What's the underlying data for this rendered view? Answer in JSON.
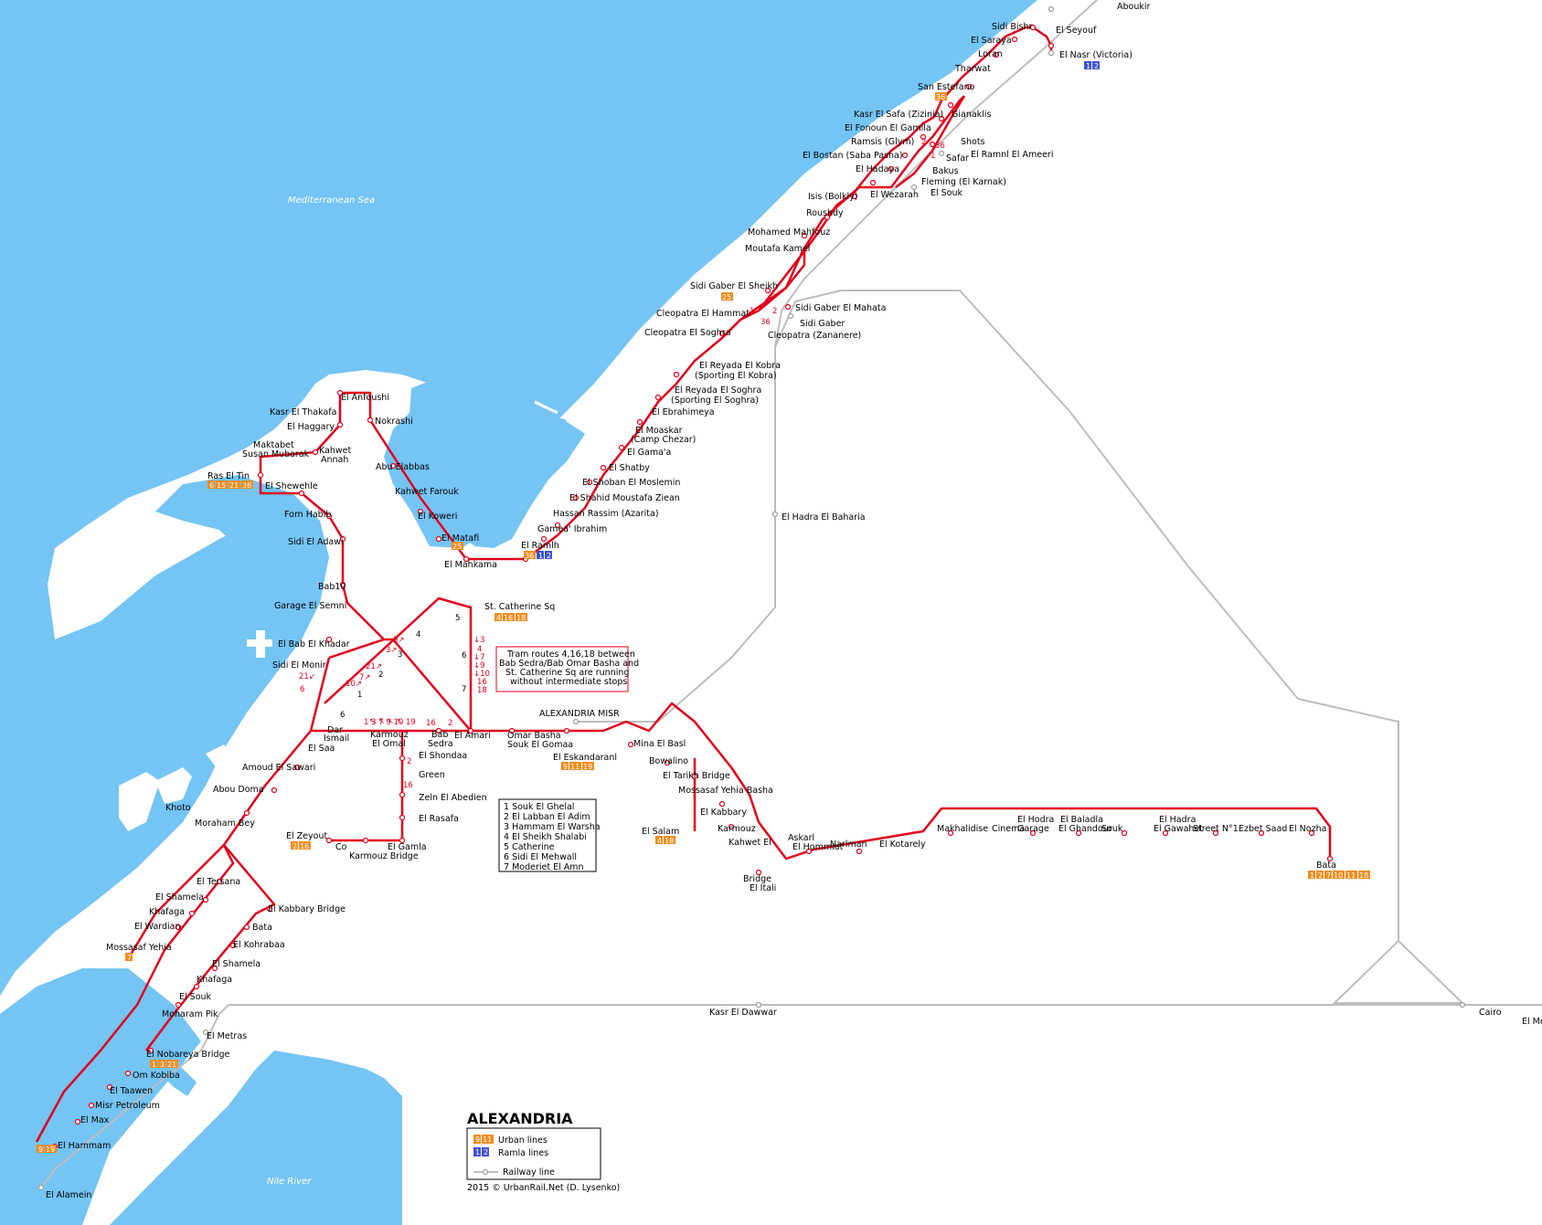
{
  "map": {
    "title": "ALEXANDRIA",
    "credit": "2015 © UrbanRail.Net (D. Lysenko)",
    "water_labels": {
      "sea": "Mediterranean Sea",
      "river": "Nile River"
    },
    "colors": {
      "water": "#74c4f4",
      "tram": "#e3001b",
      "rail": "#bdbdbd",
      "urban_badge": "#f28c1c",
      "ramla_badge": "#3d52d5"
    },
    "legend": {
      "urban": {
        "label": "Urban lines",
        "badges": [
          "9",
          "11"
        ]
      },
      "ramla": {
        "label": "Ramla lines",
        "badges": [
          "1",
          "2"
        ]
      },
      "rail": {
        "label": "Railway line"
      }
    },
    "note": {
      "lines": [
        "Tram routes 4,16,18 between",
        "Bab Sedra/Bab Omar Basha and",
        "St. Catherine Sq are running",
        "without intermediate stops"
      ]
    },
    "key_list": [
      "1  Souk El Ghelal",
      "2  El Labban El Adim",
      "3  Hammam El Warsha",
      "4  El Sheikh Shalabi",
      "5  Catherine",
      "6  Sidi El Mehwall",
      "7  Moderiet El Amn"
    ],
    "stations": [
      {
        "name": "Aboukir"
      },
      {
        "name": "Sidi Bishr"
      },
      {
        "name": "El Seyouf"
      },
      {
        "name": "El Saraya"
      },
      {
        "name": "El Nasr (Victoria)"
      },
      {
        "name": "Loran"
      },
      {
        "name": "Tharwat"
      },
      {
        "name": "San Estefano"
      },
      {
        "name": "Gianaklis"
      },
      {
        "name": "Kasr El Safa (Zizinia)"
      },
      {
        "name": "El Fonoun El Gamila"
      },
      {
        "name": "Ramsis (Glym)"
      },
      {
        "name": "Shots"
      },
      {
        "name": "El Bostan (Saba Pasha)"
      },
      {
        "name": "Safar"
      },
      {
        "name": "El Ramnl El Ameeri"
      },
      {
        "name": "El Hadaya"
      },
      {
        "name": "Bakus"
      },
      {
        "name": "Fleming (El Karnak)"
      },
      {
        "name": "Isis (Bolkly)"
      },
      {
        "name": "El Wezarah"
      },
      {
        "name": "El Souk"
      },
      {
        "name": "Roushdy"
      },
      {
        "name": "Mohamed Mahfouz"
      },
      {
        "name": "Moutafa Kamel"
      },
      {
        "name": "Sidi Gaber El Sheikh"
      },
      {
        "name": "Cleopatra El Hammat"
      },
      {
        "name": "Sidi Gaber El Mahata"
      },
      {
        "name": "Sidi Gaber"
      },
      {
        "name": "Cleopatra El Soghra"
      },
      {
        "name": "Cleopatra (Zananere)"
      },
      {
        "name": "El Reyada El Kobra"
      },
      {
        "name": "(Sporting El Kobra)"
      },
      {
        "name": "El Reyada El Soghra"
      },
      {
        "name": "(Sporting El Soghra)"
      },
      {
        "name": "El Ebrahimeya"
      },
      {
        "name": "El Moaskar"
      },
      {
        "name": "(Camp Chezar)"
      },
      {
        "name": "El Gama'a"
      },
      {
        "name": "El Shatby"
      },
      {
        "name": "El Shoban El Moslemin"
      },
      {
        "name": "El Shahid Moustafa Ziean"
      },
      {
        "name": "Hassan Rassim (Azarita)"
      },
      {
        "name": "Gamea' Ibrahim"
      },
      {
        "name": "El Ramlh"
      },
      {
        "name": "El Hadra El Baharia"
      },
      {
        "name": "El Anfoushi"
      },
      {
        "name": "Kasr El Thakafa"
      },
      {
        "name": "Nokrashi"
      },
      {
        "name": "El Haggary"
      },
      {
        "name": "Maktabet"
      },
      {
        "name": "Susan Mubarak"
      },
      {
        "name": "Kahwet"
      },
      {
        "name": "Annah"
      },
      {
        "name": "Abu Elabbas"
      },
      {
        "name": "Ras El Tin"
      },
      {
        "name": "El Shewehle"
      },
      {
        "name": "Kahwet Farouk"
      },
      {
        "name": "Forn Habib"
      },
      {
        "name": "El Koweri"
      },
      {
        "name": "Sidi El Adawi"
      },
      {
        "name": "El Matafi"
      },
      {
        "name": "El Mahkama"
      },
      {
        "name": "Bab10"
      },
      {
        "name": "Garage El Semni"
      },
      {
        "name": "St. Catherine Sq"
      },
      {
        "name": "El Bab El Khadar"
      },
      {
        "name": "Sidi El Monir"
      },
      {
        "name": "ALEXANDRIA MISR"
      },
      {
        "name": "Dar"
      },
      {
        "name": "Ismail"
      },
      {
        "name": "Karmouz"
      },
      {
        "name": "El Omal"
      },
      {
        "name": "Bab"
      },
      {
        "name": "Sedra"
      },
      {
        "name": "El Amari"
      },
      {
        "name": "Omar Basha"
      },
      {
        "name": "Souk El Gomaa"
      },
      {
        "name": "El Saa"
      },
      {
        "name": "El Shondaa"
      },
      {
        "name": "El Eskandaranl"
      },
      {
        "name": "Mina El Basl"
      },
      {
        "name": "Amoud El Sawari"
      },
      {
        "name": "Green"
      },
      {
        "name": "Bowalino"
      },
      {
        "name": "El Tarikh Bridge"
      },
      {
        "name": "Abou Doma"
      },
      {
        "name": "Zeln El Abedien"
      },
      {
        "name": "Mossasaf Yehia Basha"
      },
      {
        "name": "Khoto"
      },
      {
        "name": "El Rasafa"
      },
      {
        "name": "El Kabbary"
      },
      {
        "name": "Moraham Bey"
      },
      {
        "name": "El Salam"
      },
      {
        "name": "Karmouz"
      },
      {
        "name": "El Zeyout"
      },
      {
        "name": "Co"
      },
      {
        "name": "Karmouz Bridge"
      },
      {
        "name": "El Gamla"
      },
      {
        "name": "Kahwet El"
      },
      {
        "name": "Askarl"
      },
      {
        "name": "El Hommlat"
      },
      {
        "name": "Narlman"
      },
      {
        "name": "El Kotarely"
      },
      {
        "name": "Bridge"
      },
      {
        "name": "El Itali"
      },
      {
        "name": "Makhalidise"
      },
      {
        "name": "Cinema"
      },
      {
        "name": "El Hodra"
      },
      {
        "name": "Garage"
      },
      {
        "name": "El Baladla"
      },
      {
        "name": "El Ghandour"
      },
      {
        "name": "Souk"
      },
      {
        "name": "El Hadra"
      },
      {
        "name": "El Gawahet"
      },
      {
        "name": "Street N°1"
      },
      {
        "name": "Ezbet Saad"
      },
      {
        "name": "El Nozha"
      },
      {
        "name": "Bata"
      },
      {
        "name": "El Tersana"
      },
      {
        "name": "El Shamela"
      },
      {
        "name": "Khafaga"
      },
      {
        "name": "El Wardian"
      },
      {
        "name": "Mossasaf Yehia"
      },
      {
        "name": "El Kabbary Bridge"
      },
      {
        "name": "Bata"
      },
      {
        "name": "El Kohrabaa"
      },
      {
        "name": "El Shamela"
      },
      {
        "name": "Khafaga"
      },
      {
        "name": "El Souk"
      },
      {
        "name": "Moharam Pik"
      },
      {
        "name": "Kasr El Dawwar"
      },
      {
        "name": "Cairo"
      },
      {
        "name": "El Metras"
      },
      {
        "name": "El Metras"
      },
      {
        "name": "El Nobareya Bridge"
      },
      {
        "name": "Om Kobiba"
      },
      {
        "name": "El Taawen"
      },
      {
        "name": "Misr Petroleum"
      },
      {
        "name": "El Max"
      },
      {
        "name": "El Hammam"
      },
      {
        "name": "El Alamein"
      }
    ]
  }
}
